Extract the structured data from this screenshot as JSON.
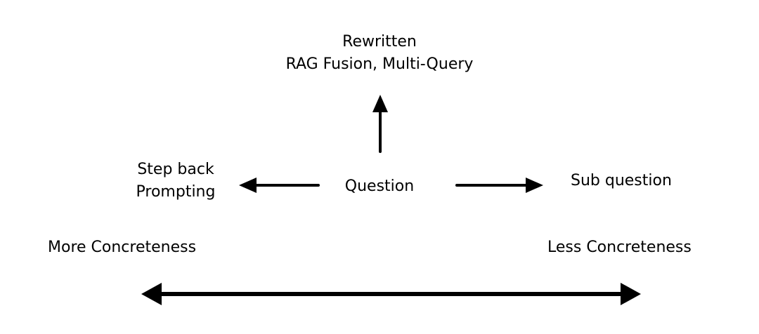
{
  "diagram": {
    "top_node": {
      "line1": "Rewritten",
      "line2": "RAG Fusion, Multi-Query"
    },
    "left_node": {
      "line1": "Step back",
      "line2": "Prompting"
    },
    "center_node": "Question",
    "right_node": "Sub question",
    "scale": {
      "left_label": "More Concreteness",
      "right_label": "Less Concreteness"
    }
  },
  "colors": {
    "ink": "#000000",
    "background": "#ffffff"
  }
}
